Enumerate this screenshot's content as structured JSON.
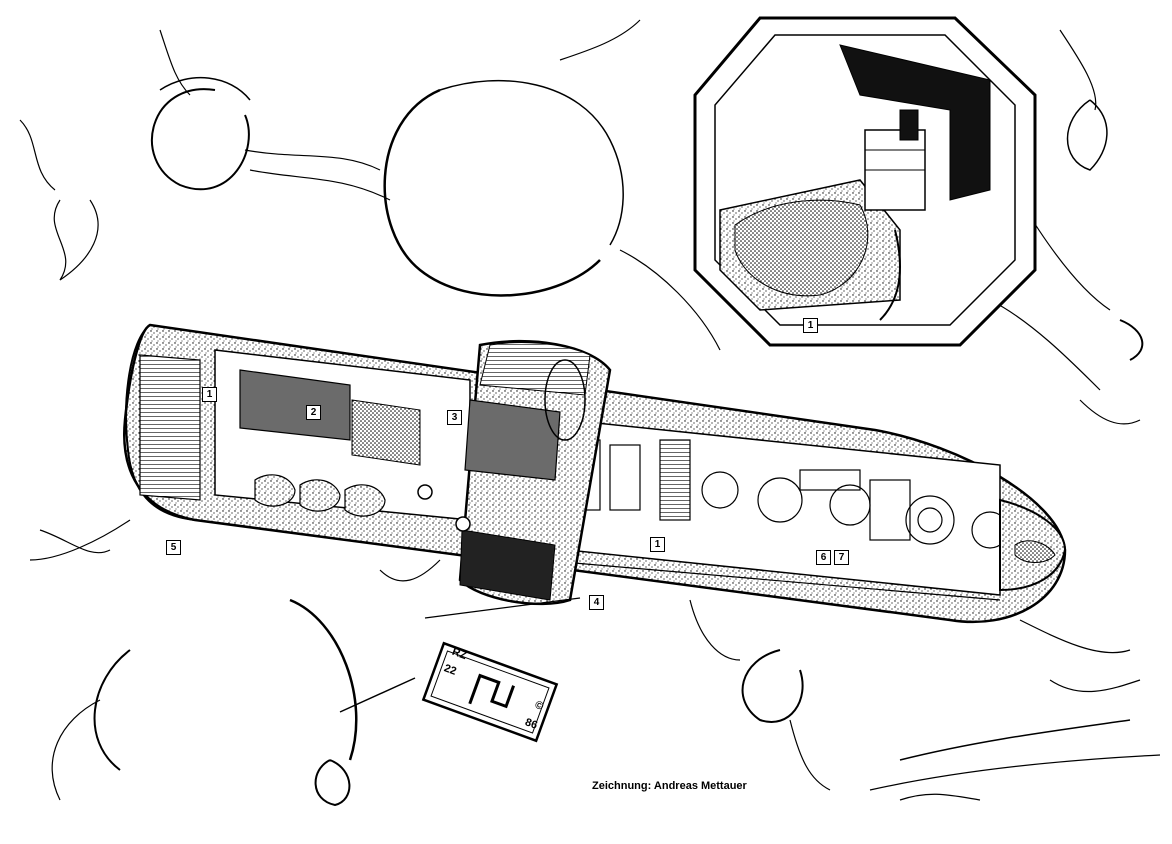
{
  "callouts": {
    "c1": "1",
    "c2": "2",
    "c3": "3",
    "c4": "4",
    "c5": "5",
    "c6": "6",
    "c7": "7",
    "c_inset": "1",
    "c_mid": "1"
  },
  "emblem": {
    "code": "RZ",
    "number": "22",
    "year": "86",
    "copyright": "©"
  },
  "credit": "Zeichnung: Andreas Mettauer",
  "colors": {
    "ink": "#000000",
    "paper": "#ffffff",
    "shade": "#6b6b6b"
  }
}
